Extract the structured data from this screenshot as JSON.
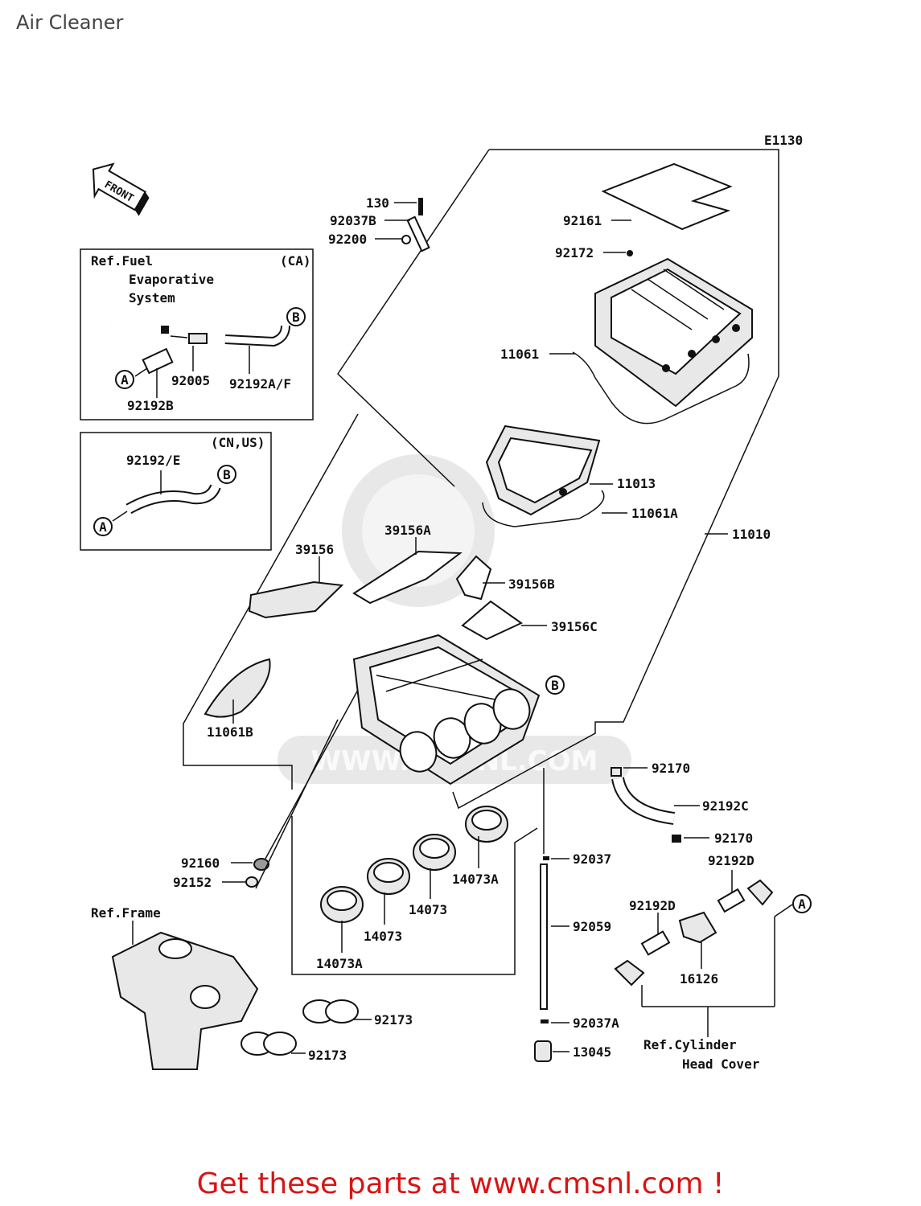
{
  "title": "Air Cleaner",
  "diagram_code": "E1130",
  "front_label": "FRONT",
  "watermark": "WWW.CMSNL.COM",
  "cta": "Get these parts at www.cmsnl.com !",
  "boxes": {
    "ca": {
      "ref_line1": "Ref.Fuel",
      "ref_line2": "Evaporative",
      "ref_line3": "System",
      "region": "(CA)"
    },
    "cnus": {
      "region": "(CN,US)"
    }
  },
  "refs": {
    "frame": "Ref.Frame",
    "cyl1": "Ref.Cylinder",
    "cyl2": "Head Cover"
  },
  "markers": {
    "a": "A",
    "b": "B"
  },
  "parts": [
    {
      "key": "p130",
      "label": "130"
    },
    {
      "key": "p92037b",
      "label": "92037B"
    },
    {
      "key": "p92200",
      "label": "92200"
    },
    {
      "key": "p92161",
      "label": "92161"
    },
    {
      "key": "p92172",
      "label": "92172"
    },
    {
      "key": "p11061",
      "label": "11061"
    },
    {
      "key": "p11013",
      "label": "11013"
    },
    {
      "key": "p11061a",
      "label": "11061A"
    },
    {
      "key": "p11010",
      "label": "11010"
    },
    {
      "key": "p39156a",
      "label": "39156A"
    },
    {
      "key": "p39156",
      "label": "39156"
    },
    {
      "key": "p39156b",
      "label": "39156B"
    },
    {
      "key": "p39156c",
      "label": "39156C"
    },
    {
      "key": "p11061b",
      "label": "11061B"
    },
    {
      "key": "p92170a",
      "label": "92170"
    },
    {
      "key": "p92192c",
      "label": "92192C"
    },
    {
      "key": "p92170b",
      "label": "92170"
    },
    {
      "key": "p92192d1",
      "label": "92192D"
    },
    {
      "key": "p92192d2",
      "label": "92192D"
    },
    {
      "key": "p16126",
      "label": "16126"
    },
    {
      "key": "p92037",
      "label": "92037"
    },
    {
      "key": "p92059",
      "label": "92059"
    },
    {
      "key": "p92037a",
      "label": "92037A"
    },
    {
      "key": "p13045",
      "label": "13045"
    },
    {
      "key": "p92160",
      "label": "92160"
    },
    {
      "key": "p92152",
      "label": "92152"
    },
    {
      "key": "p14073a1",
      "label": "14073A"
    },
    {
      "key": "p14073_1",
      "label": "14073"
    },
    {
      "key": "p14073_2",
      "label": "14073"
    },
    {
      "key": "p14073a2",
      "label": "14073A"
    },
    {
      "key": "p92173a",
      "label": "92173"
    },
    {
      "key": "p92173b",
      "label": "92173"
    },
    {
      "key": "p92005",
      "label": "92005"
    },
    {
      "key": "p92192af",
      "label": "92192A/F"
    },
    {
      "key": "p92192b",
      "label": "92192B"
    },
    {
      "key": "p92192e",
      "label": "92192/E"
    }
  ]
}
